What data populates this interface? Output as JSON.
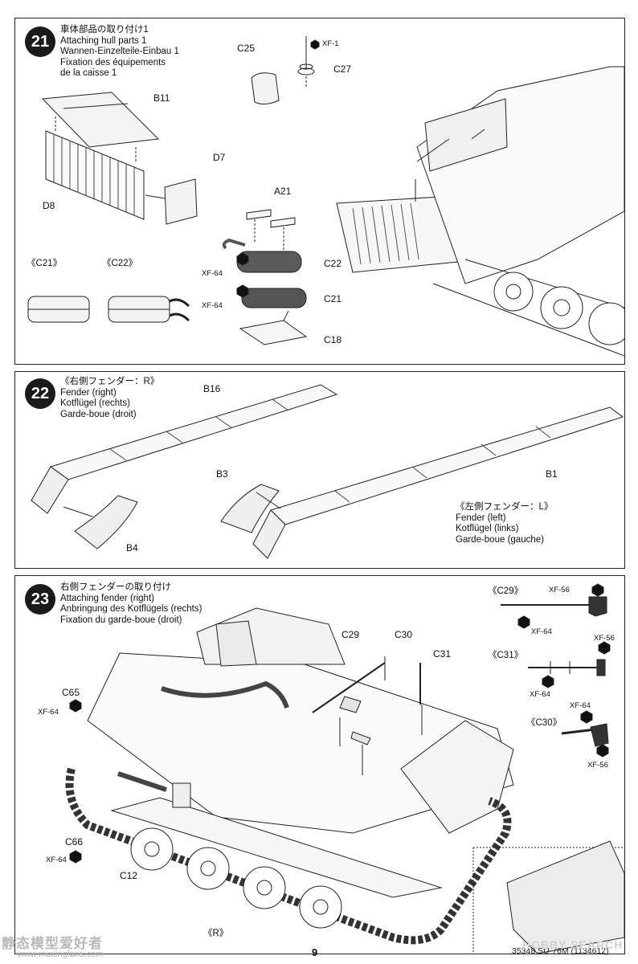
{
  "step21": {
    "number": "21",
    "title_ja": "車体部品の取り付け1",
    "title_en": "Attaching hull parts 1",
    "title_de": "Wannen-Einzelteile-Einbau 1",
    "title_fr1": "Fixation des équipements",
    "title_fr2": "de la caisse 1",
    "parts": {
      "b11": "B11",
      "d7": "D7",
      "d8": "D8",
      "c25": "C25",
      "c27": "C27",
      "a21": "A21",
      "c22": "C22",
      "c21": "C21",
      "c18": "C18"
    },
    "paints": {
      "xf1": "XF-1",
      "xf64a": "XF-64",
      "xf64b": "XF-64"
    },
    "callout_c21": "《C21》",
    "callout_c22": "《C22》"
  },
  "step22": {
    "number": "22",
    "title_ja": "《右側フェンダー：R》",
    "title_en": "Fender (right)",
    "title_de": "Kotflügel (rechts)",
    "title_fr": "Garde-boue (droit)",
    "left_ja": "《左側フェンダー：L》",
    "left_en": "Fender (left)",
    "left_de": "Kotflügel (links)",
    "left_fr": "Garde-boue (gauche)",
    "parts": {
      "b16": "B16",
      "b4": "B4",
      "b3": "B3",
      "b1": "B1"
    }
  },
  "step23": {
    "number": "23",
    "title_ja": "右側フェンダーの取り付け",
    "title_en": "Attaching fender (right)",
    "title_de": "Anbringung des Kotflügels (rechts)",
    "title_fr": "Fixation du garde-boue (droit)",
    "parts": {
      "c29": "C29",
      "c30": "C30",
      "c31": "C31",
      "c65": "C65",
      "c66": "C66",
      "c12": "C12"
    },
    "paints": {
      "c65": "XF-64",
      "c66": "XF-64"
    },
    "callout_r": "《R》",
    "detail_c29": {
      "label": "《C29》",
      "paint_top": "XF-56",
      "paint_bottom": "XF-64"
    },
    "detail_c31": {
      "label": "《C31》",
      "paint_top": "XF-56",
      "paint_bottom": "XF-64"
    },
    "detail_c30": {
      "label": "《C30》",
      "paint_top": "XF-64",
      "paint_bottom": "XF-56"
    }
  },
  "footer": {
    "page_number": "9",
    "code": "35348 SU-76M (1134612)",
    "watermark_cn": "静态模型爱好者",
    "watermark_url": "www.moxingfans.com",
    "watermark_brand": "HOBBY SEARCH"
  }
}
